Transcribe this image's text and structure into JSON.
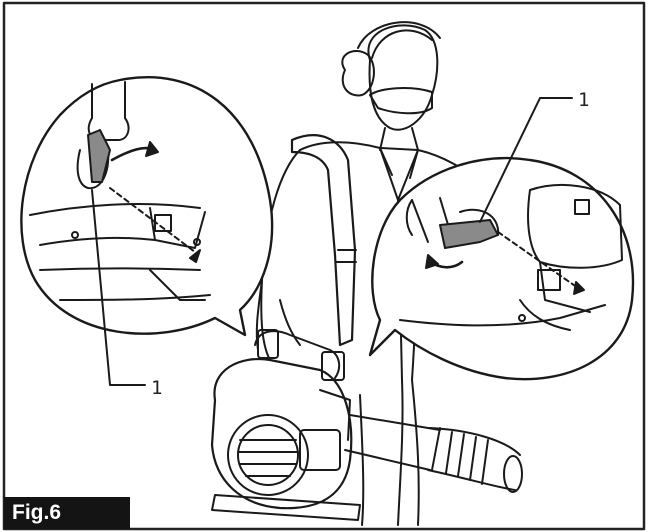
{
  "figure": {
    "label": "Fig.6",
    "callouts": [
      {
        "id": "left",
        "text": "1"
      },
      {
        "id": "right",
        "text": "1"
      }
    ],
    "colors": {
      "line": "#1a1a1a",
      "fill_gray": "#8a8a8a",
      "frame": "#222222",
      "label_bg": "#141414"
    }
  }
}
